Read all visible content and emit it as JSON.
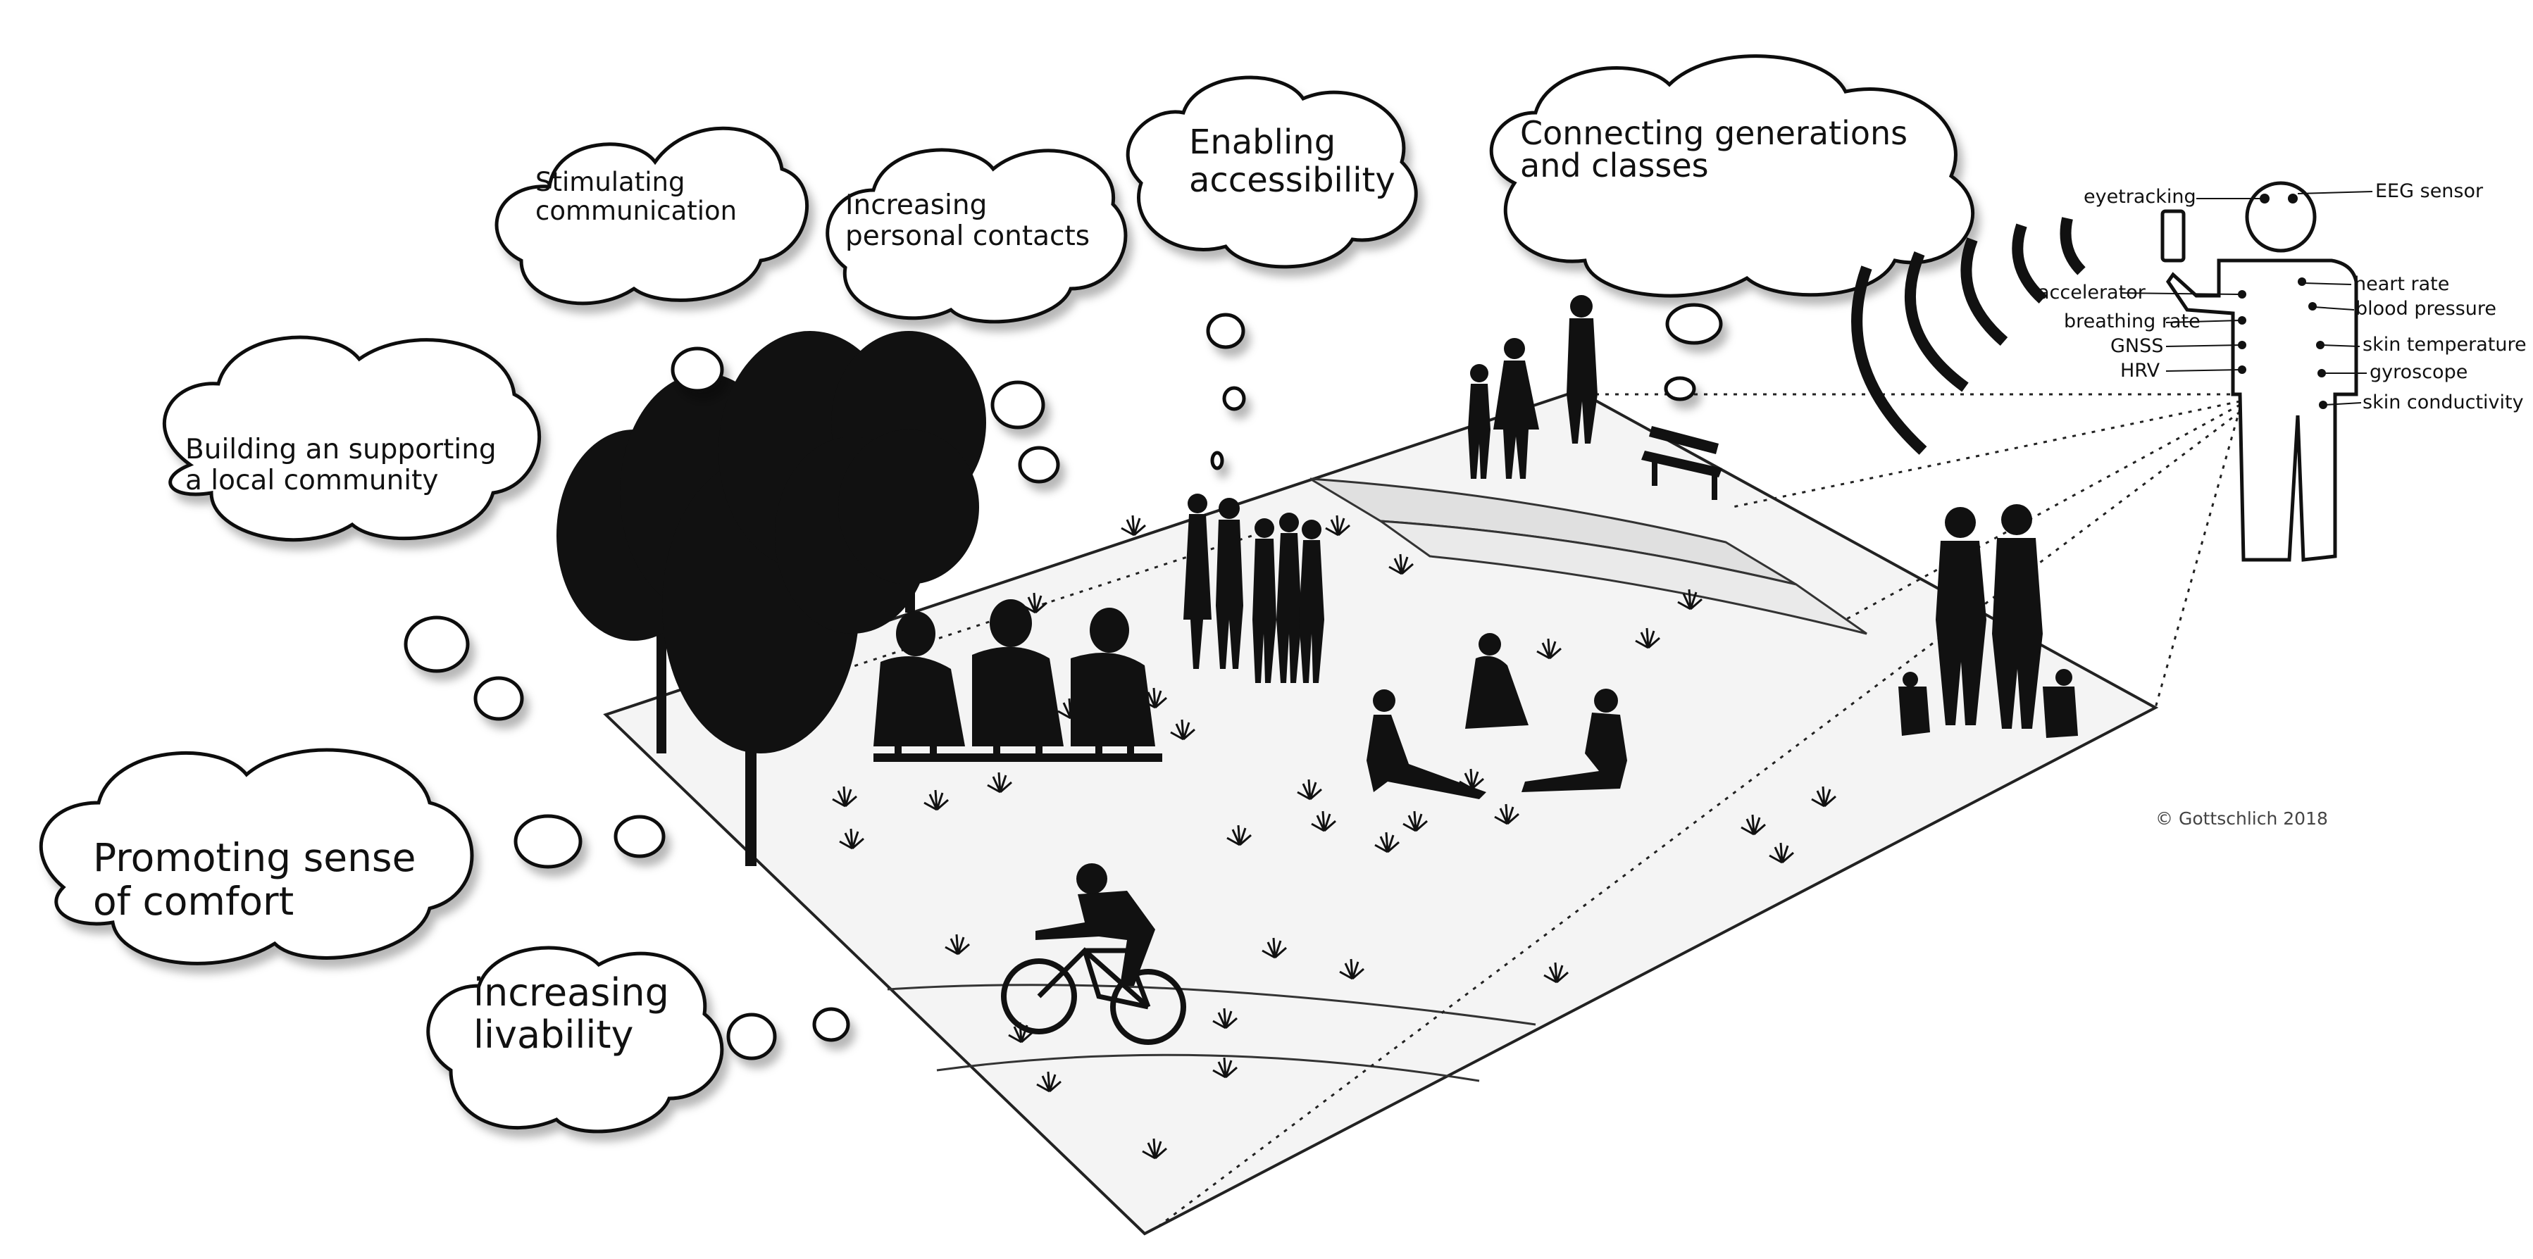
{
  "thought_bubbles": [
    {
      "id": "stimulating",
      "lines": [
        "Stimulating",
        "communication"
      ]
    },
    {
      "id": "personal",
      "lines": [
        "Increasing",
        "personal contacts"
      ]
    },
    {
      "id": "accessibility",
      "lines": [
        "Enabling",
        "accessibility"
      ]
    },
    {
      "id": "generations",
      "lines": [
        "Connecting generations",
        "and classes"
      ]
    },
    {
      "id": "community",
      "lines": [
        "Building an supporting",
        "a local community"
      ]
    },
    {
      "id": "comfort",
      "lines": [
        "Promoting sense",
        "of comfort"
      ]
    },
    {
      "id": "livability",
      "lines": [
        "increasing",
        "livability"
      ]
    }
  ],
  "sensors": {
    "left": [
      "eyetracking",
      "accelerator",
      "breathing rate",
      "GNSS",
      "HRV"
    ],
    "right": [
      "EEG sensor",
      "heart rate",
      "blood pressure",
      "skin temperature",
      "gyroscope",
      "skin conductivity"
    ]
  },
  "copyright": "© Gottschlich 2018",
  "colors": {
    "silhouette": "#111111",
    "park": "#f2f2f2",
    "path": "#e3e3e3",
    "outline": "#222222"
  }
}
